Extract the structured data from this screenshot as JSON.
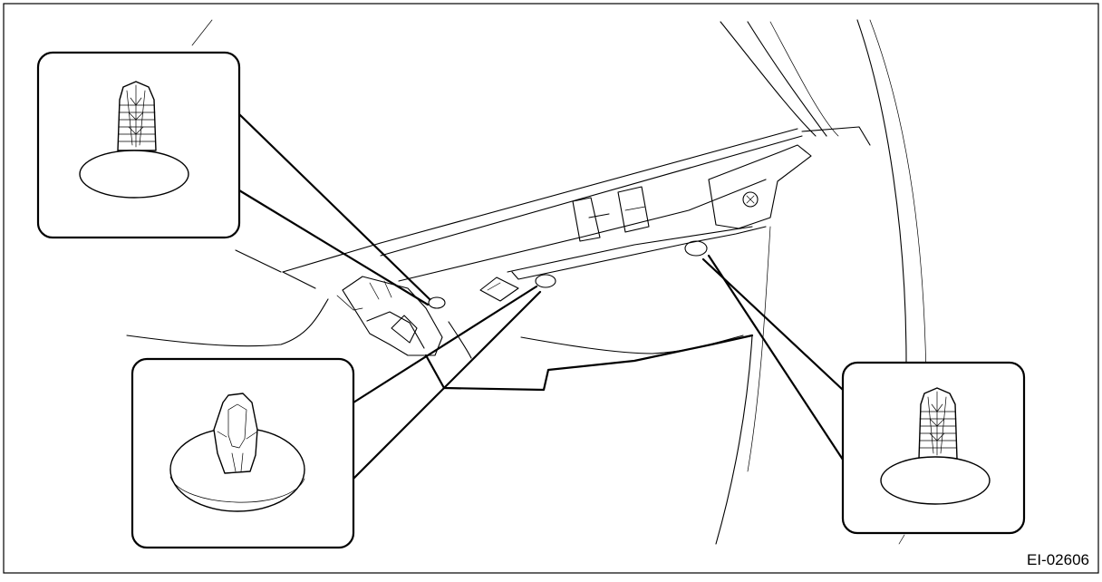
{
  "figure": {
    "code": "EI-02606",
    "callouts": [
      {
        "id": "upper-left",
        "icon": "push-clip-ribbed-icon"
      },
      {
        "id": "lower-left",
        "icon": "push-clip-icon"
      },
      {
        "id": "right",
        "icon": "push-clip-ribbed-icon"
      }
    ]
  }
}
